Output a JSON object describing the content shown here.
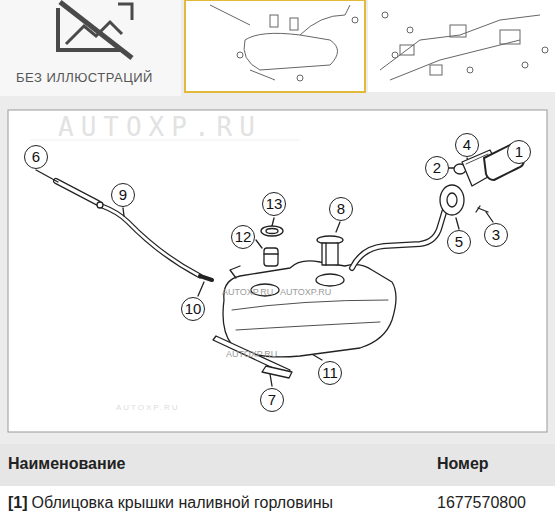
{
  "diagram": {
    "labels": [
      "БЕЗ ИЛЛЮСТРАЦИЙ",
      "AUTOXP.RU",
      "1",
      "2",
      "3",
      "4",
      "5",
      "6",
      "7",
      "8",
      "9",
      "10",
      "11",
      "12",
      "13",
      "AUTOXP.RU",
      "AUTOXP.RU",
      "AUTOXP.RU",
      "AUTOXP.RU",
      "Наименование",
      "Номер",
      "[1]",
      "Облицовка крышки наливной горловины",
      "1677570800"
    ]
  }
}
